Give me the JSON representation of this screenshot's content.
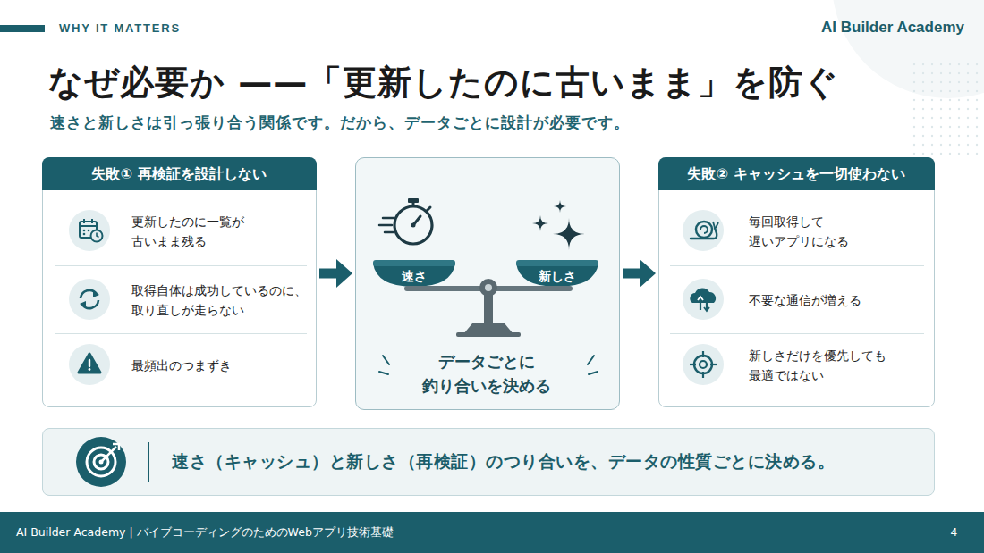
{
  "diagram": {
    "title": "なぜ必要か ——「更新したのに古いまま」を防ぐ",
    "nodes": [
      {
        "text": [
          "失敗① 再検証を設計しない"
        ]
      },
      {
        "text": [
          "更新したのに一覧が 古いまま残る"
        ],
        "in": 0
      },
      {
        "text": [
          "取得自体は成功しているのに、 取り直しが走らない"
        ],
        "in": 0
      },
      {
        "text": [
          "最頻出のつまずき"
        ],
        "in": 0
      },
      {
        "text": [
          "データごとに 釣り合いを決める"
        ]
      },
      {
        "text": [
          "速さ"
        ],
        "in": 4
      },
      {
        "text": [
          "新しさ"
        ],
        "in": 4
      },
      {
        "text": [
          "失敗② キャッシュを一切使わない"
        ]
      },
      {
        "text": [
          "毎回取得して 遅いアプリになる"
        ],
        "in": 7
      },
      {
        "text": [
          "不要な通信が増える"
        ],
        "in": 7
      },
      {
        "text": [
          "新しさだけを優先しても 最適ではない"
        ],
        "in": 7
      },
      {
        "text": [
          "速さ（キャッシュ）と新しさ（再検証）のつり合いを、データの性質ごとに決める。"
        ]
      },
      {
        "text": [
          "AI Builder Academy | バイブコーディングのためのWebアプリ技術基礎",
          "4"
        ]
      }
    ],
    "edges": [
      {
        "from": 0,
        "to": 4,
        "arrow": "to"
      },
      {
        "from": 4,
        "to": 7,
        "arrow": "to"
      }
    ],
    "labels": [
      "WHY IT MATTERS",
      "AI Builder Academy",
      "速さと新しさは引っ張り合う関係です。だから、データごとに設計が必要です。"
    ]
  }
}
